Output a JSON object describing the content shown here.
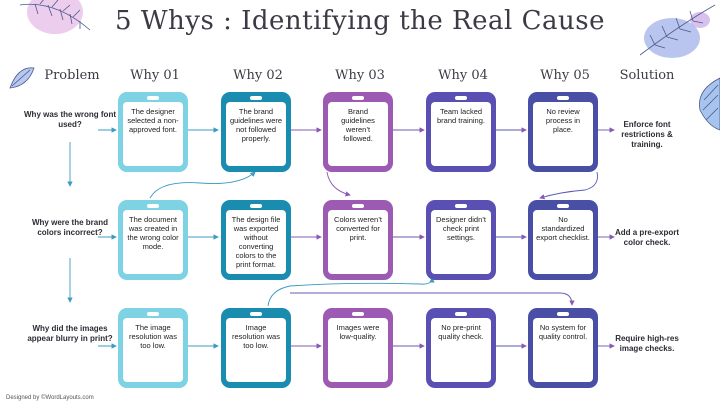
{
  "title": "5 Whys : Identifying the Real Cause",
  "columns": [
    "Problem",
    "Why 01",
    "Why 02",
    "Why 03",
    "Why 04",
    "Why 05",
    "Solution"
  ],
  "rows": [
    {
      "problem": "Why was the wrong font used?",
      "whys": [
        "The designer selected a non-approved font.",
        "The brand guidelines were not followed properly.",
        "Brand guidelines weren’t followed.",
        "Team lacked brand training.",
        "No review process in place."
      ],
      "solution": "Enforce font restrictions & training."
    },
    {
      "problem": "Why were the brand colors incorrect?",
      "whys": [
        "The document was created in the wrong color mode.",
        "The design file was exported without converting colors to the print format.",
        "Colors weren’t converted for print.",
        "Designer didn’t check print settings.",
        "No standardized export checklist."
      ],
      "solution": "Add a pre-export color check."
    },
    {
      "problem": "Why did the images appear blurry in print?",
      "whys": [
        "The image resolution was too low.",
        "Image resolution was too low.",
        "Images were low-quality.",
        "No pre-print quality check.",
        "No system for quality control."
      ],
      "solution": "Require high-res image checks."
    }
  ],
  "credit": "Designed by ©WordLayouts.com",
  "colors": {
    "why1": "#7dd3e3",
    "why2": "#1a8cb0",
    "why3": "#9c5ab3",
    "why4": "#5a4fb3",
    "why5": "#4a4fa6",
    "connector": "#2a9cc0"
  },
  "decorations": [
    "leaf-icon-top-left",
    "leaf-icon-top-right",
    "leaf-icon-small-left",
    "leaf-icon-right-edge"
  ]
}
